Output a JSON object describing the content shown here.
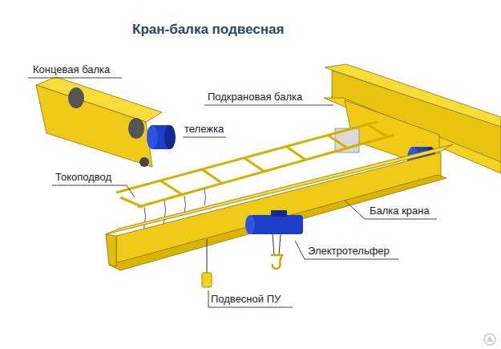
{
  "diagram": {
    "title": "Кран-балка подвесная",
    "labels": [
      "Концевая балка",
      "тележка",
      "Подкрановая балка",
      "Токоподвод",
      "Балка крана",
      "Электротельфер",
      "Подвесной ПУ"
    ]
  }
}
